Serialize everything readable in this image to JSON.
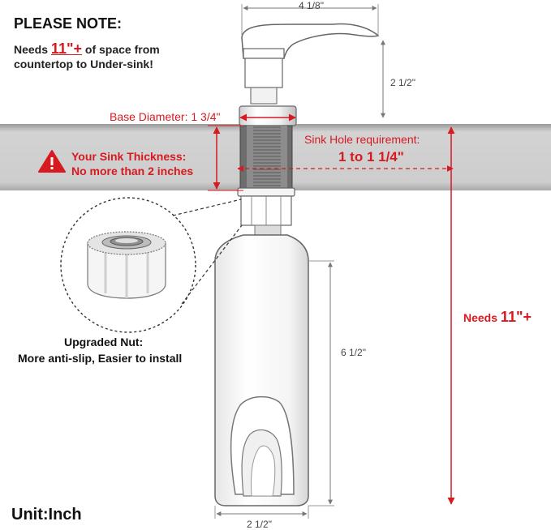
{
  "note": {
    "title": "PLEASE NOTE:",
    "line1_prefix": "Needs",
    "line1_highlight": "11\"+",
    "line1_suffix": "of space from",
    "line2": "countertop to Under-sink!"
  },
  "dimensions": {
    "spout_width": "4 1/8\"",
    "pump_height": "2 1/2\"",
    "bottle_height": "6 1/2\"",
    "bottle_width": "2 1/2\""
  },
  "base": {
    "label": "Base Diameter: 1 3/4\""
  },
  "sink_thickness": {
    "line1": "Your Sink Thickness:",
    "line2": "No more than 2 inches"
  },
  "sink_hole": {
    "line1": "Sink Hole requirement:",
    "line2": "1 to 1 1/4\""
  },
  "total": {
    "prefix": "Needs",
    "value": "11\"+"
  },
  "nut": {
    "line1": "Upgraded Nut:",
    "line2": "More anti-slip, Easier to install"
  },
  "unit": "Unit:Inch",
  "colors": {
    "accent_red": "#d71920",
    "countertop_gray": "#c8c8c8",
    "line_gray": "#888888"
  }
}
